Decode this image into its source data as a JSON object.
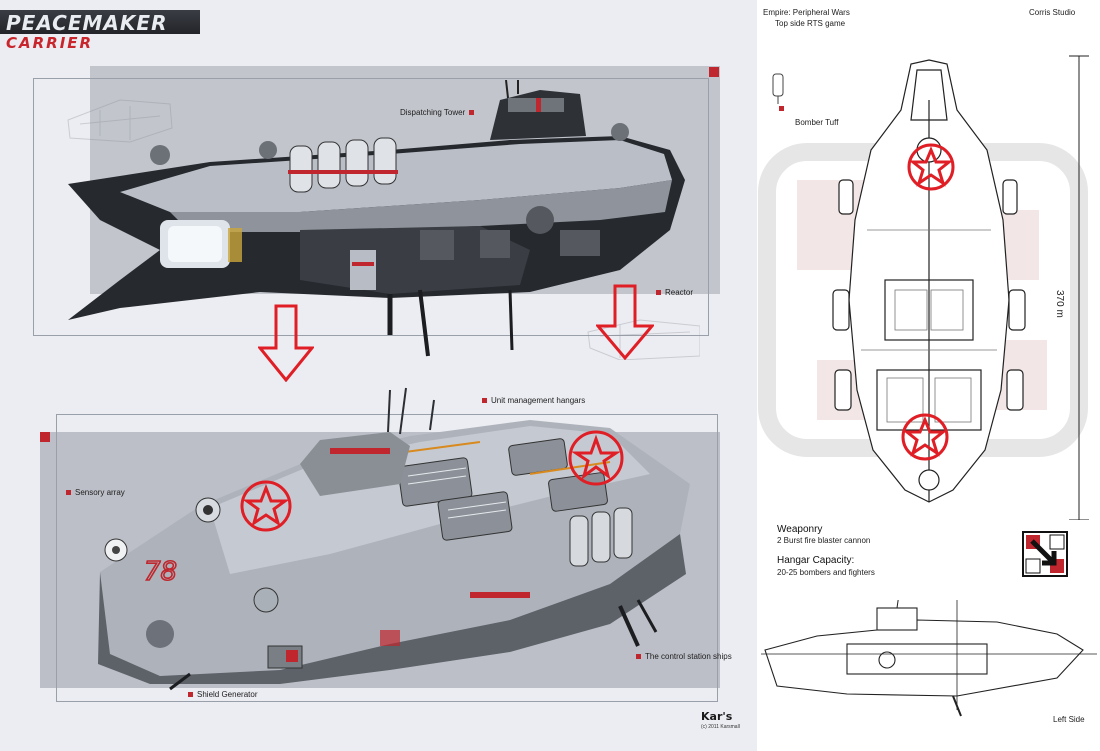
{
  "header": {
    "title": "PEACEMAKER",
    "subtitle": "CARRIER"
  },
  "top_view_labels": {
    "dispatching_tower": "Dispatching Tower",
    "reactor": "Reactor"
  },
  "bottom_view_labels": {
    "unit_management_hangars": "Unit management hangars",
    "sensory_array": "Sensory array",
    "the_control_station_ships": "The control station ships",
    "shield_generator": "Shield Generator",
    "hull_number": "78"
  },
  "credit": {
    "name": "Kar's",
    "small": "(c) 2011 Karsmall"
  },
  "right_panel": {
    "game_line1": "Empire: Peripheral Wars",
    "game_line2": "Top side RTS game",
    "studio": "Corris Studio",
    "bomber_label": "Bomber Tuff",
    "length": "370 m",
    "weaponry_heading": "Weaponry",
    "weaponry_value": "2 Burst fire blaster cannon",
    "hangar_heading": "Hangar Capacity:",
    "hangar_value": "20-25 bombers and fighters",
    "left_side_label": "Left Side"
  },
  "colors": {
    "accent_red": "#c0262d",
    "marker_red": "#e01e25",
    "hull_grey": "#b7bcc5",
    "hull_dark": "#2b2e33",
    "panel_bg": "#ecedf2"
  }
}
